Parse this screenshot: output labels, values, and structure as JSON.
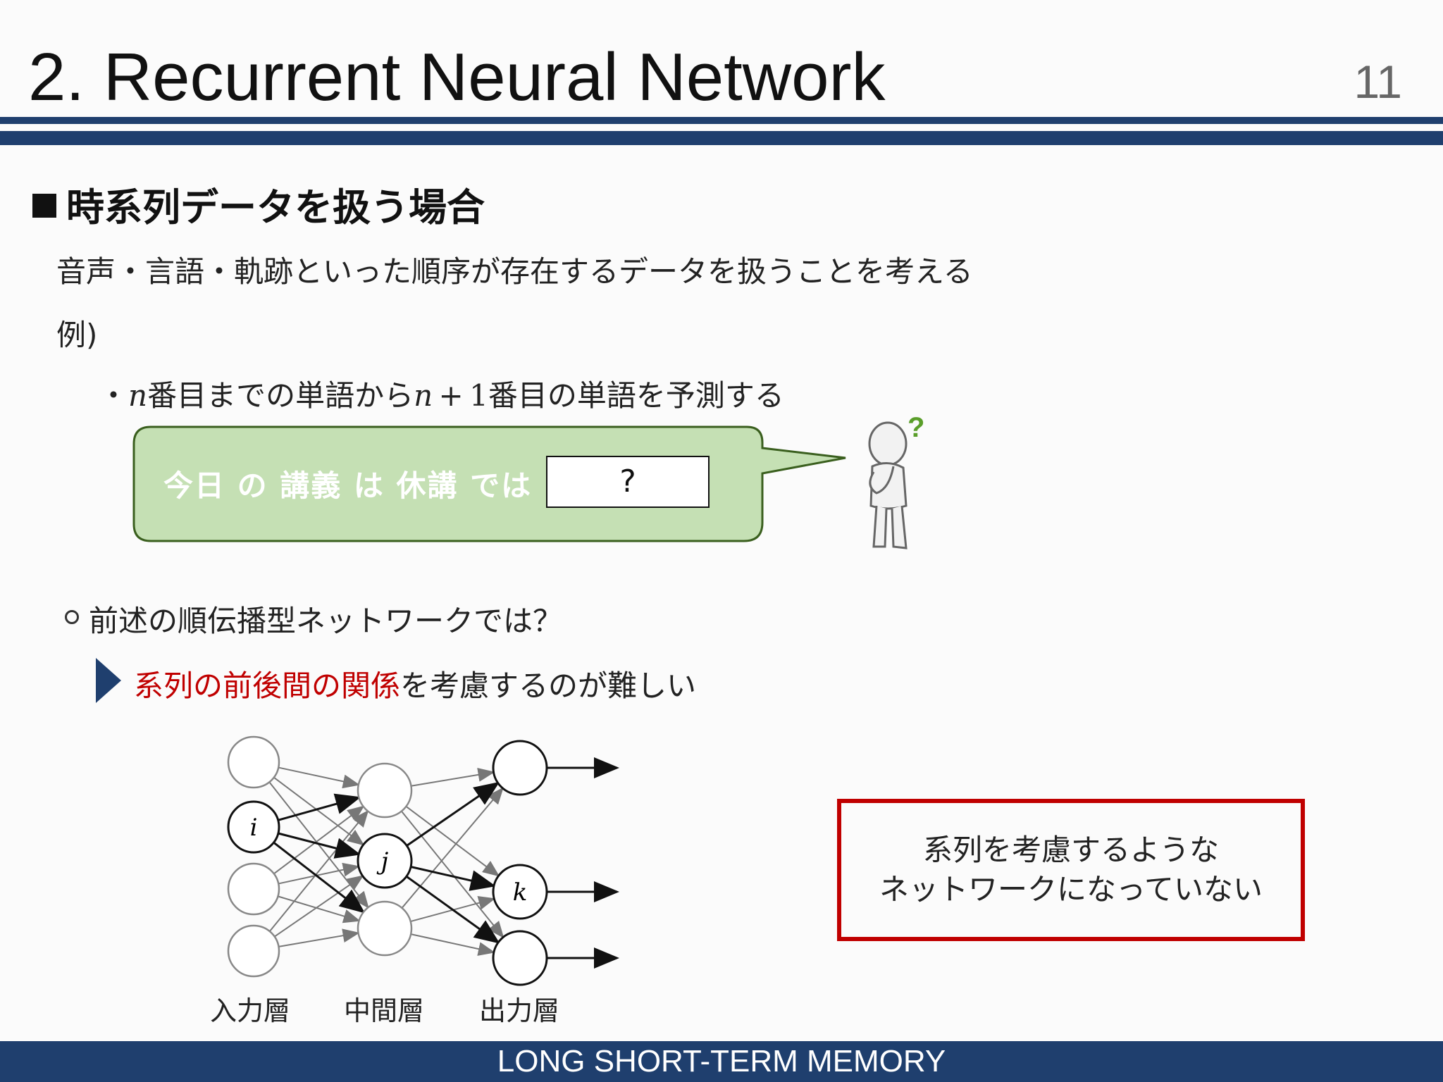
{
  "slide": {
    "title": "2. Recurrent Neural Network",
    "page_number": "11",
    "accent_color": "#1f3f6e",
    "highlight_color": "#c00000",
    "bubble_fill_color": "#c5e0b4"
  },
  "section": {
    "heading": "時系列データを扱う場合",
    "intro": "音声・言語・軌跡といった順序が存在するデータを扱うことを考える",
    "example_label": "例)",
    "example_bullet": {
      "prefix": "・",
      "var_n": "n",
      "text_a": "番目までの単語から",
      "expr": "n + 1",
      "text_b": "番目の単語を予測する"
    }
  },
  "speech_bubble": {
    "sentence": "今日 の 講義 は 休講 では",
    "blank": "?",
    "figure_icon": "thinking-person-icon",
    "figure_mark": "?"
  },
  "feedforward": {
    "question": "前述の順伝播型ネットワークでは？",
    "difficulty_highlight": "系列の前後間の関係",
    "difficulty_rest": "を考慮するのが難しい"
  },
  "network_diagram": {
    "node_labels": {
      "input": "i",
      "hidden": "j",
      "output": "k"
    },
    "layers": [
      "入力層",
      "中間層",
      "出力層"
    ]
  },
  "note": {
    "line1": "系列を考慮するような",
    "line2": "ネットワークになっていない"
  },
  "footer": "LONG SHORT-TERM MEMORY"
}
